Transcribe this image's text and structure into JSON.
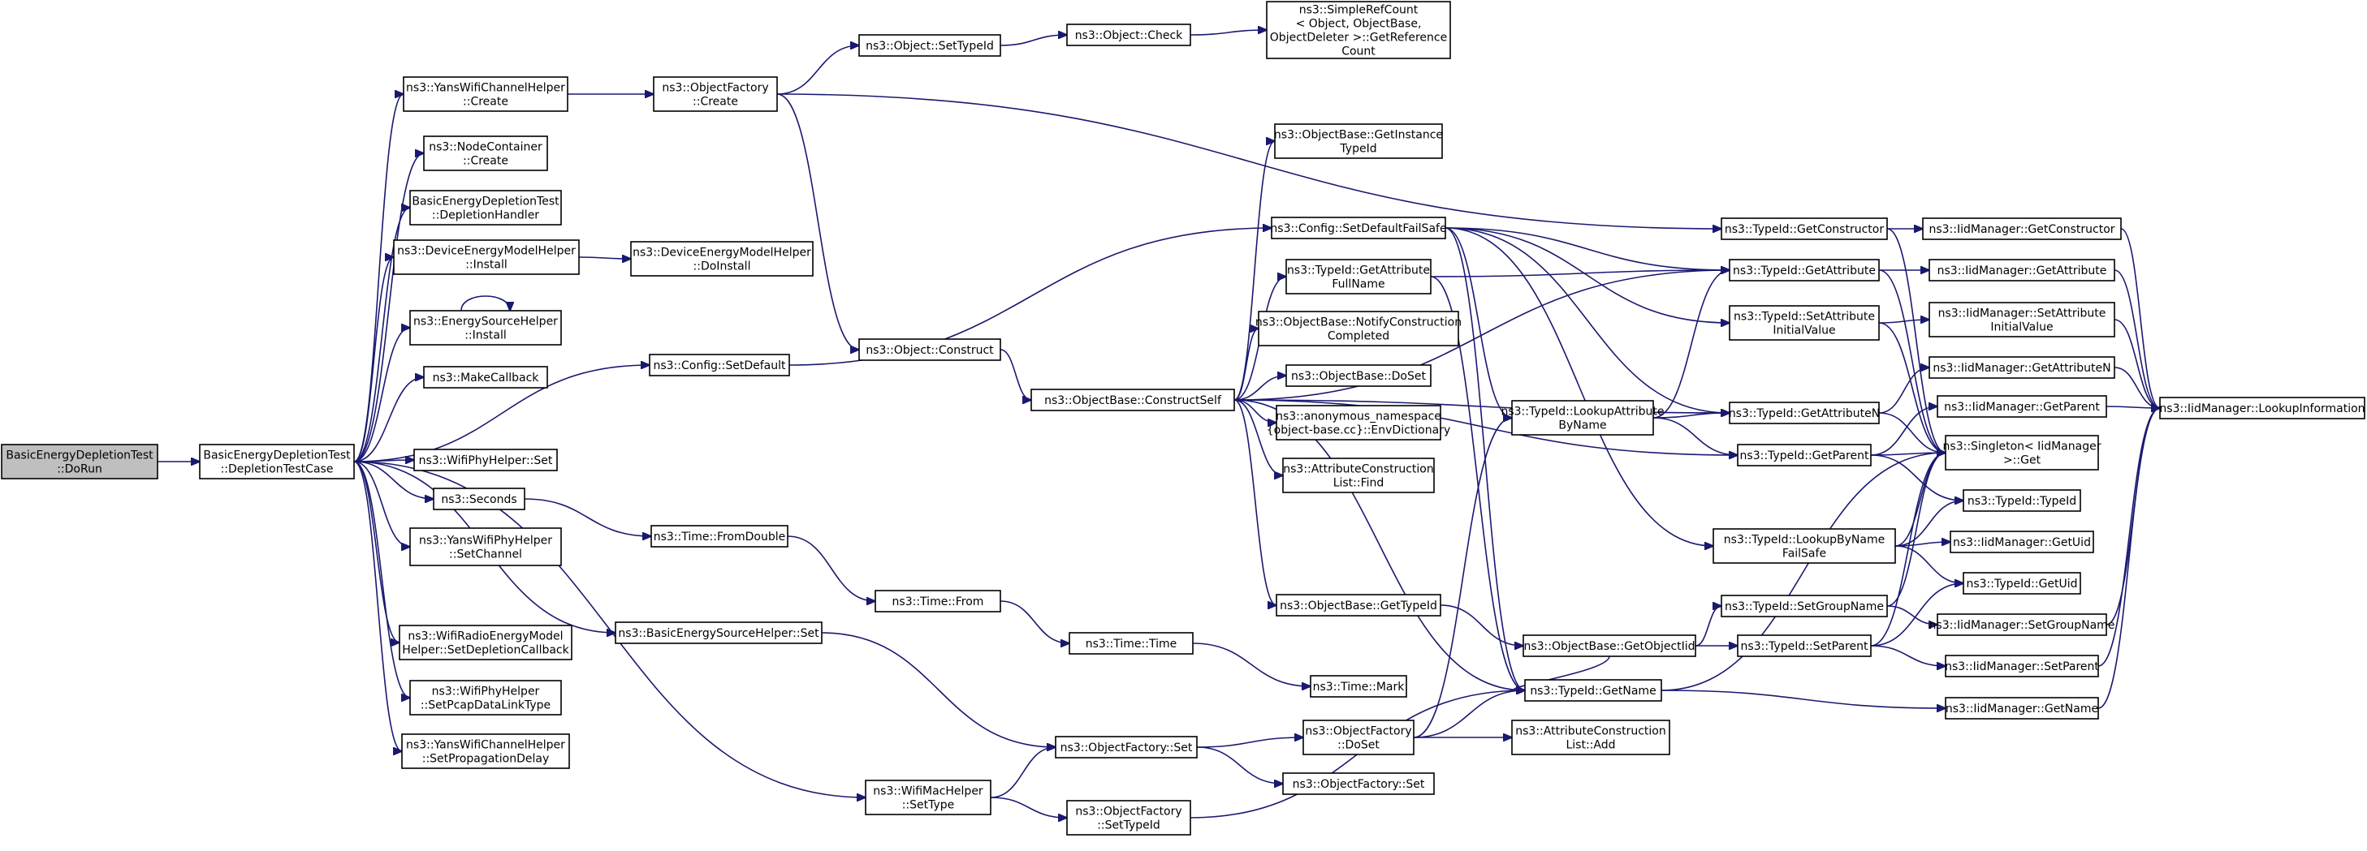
{
  "nodes": [
    {
      "id": "n0",
      "lines": [
        "BasicEnergyDepletionTest",
        "::DoRun"
      ],
      "root": true
    },
    {
      "id": "n1",
      "lines": [
        "BasicEnergyDepletionTest",
        "::DepletionTestCase"
      ]
    },
    {
      "id": "n2",
      "lines": [
        "ns3::YansWifiChannelHelper",
        "::Create"
      ]
    },
    {
      "id": "n3",
      "lines": [
        "ns3::NodeContainer",
        "::Create"
      ]
    },
    {
      "id": "n4",
      "lines": [
        "BasicEnergyDepletionTest",
        "::DepletionHandler"
      ]
    },
    {
      "id": "n5",
      "lines": [
        "ns3::DeviceEnergyModelHelper",
        "::Install"
      ]
    },
    {
      "id": "n6",
      "lines": [
        "ns3::EnergySourceHelper",
        "::Install"
      ]
    },
    {
      "id": "n7",
      "lines": [
        "ns3::MakeCallback"
      ]
    },
    {
      "id": "n8",
      "lines": [
        "ns3::Config::SetDefault"
      ]
    },
    {
      "id": "n9",
      "lines": [
        "ns3::WifiPhyHelper::Set"
      ]
    },
    {
      "id": "n10",
      "lines": [
        "ns3::Seconds"
      ]
    },
    {
      "id": "n11",
      "lines": [
        "ns3::YansWifiPhyHelper",
        "::SetChannel"
      ]
    },
    {
      "id": "n12",
      "lines": [
        "ns3::BasicEnergySourceHelper::Set"
      ]
    },
    {
      "id": "n13",
      "lines": [
        "ns3::WifiRadioEnergyModel",
        "Helper::SetDepletionCallback"
      ]
    },
    {
      "id": "n14",
      "lines": [
        "ns3::WifiPhyHelper",
        "::SetPcapDataLinkType"
      ]
    },
    {
      "id": "n15",
      "lines": [
        "ns3::YansWifiChannelHelper",
        "::SetPropagationDelay"
      ]
    },
    {
      "id": "n16",
      "lines": [
        "ns3::WifiMacHelper",
        "::SetType"
      ]
    },
    {
      "id": "n17",
      "lines": [
        "ns3::ObjectFactory",
        "::Create"
      ]
    },
    {
      "id": "n18",
      "lines": [
        "ns3::DeviceEnergyModelHelper",
        "::DoInstall"
      ]
    },
    {
      "id": "n19",
      "lines": [
        "ns3::Config::SetDefaultFailSafe"
      ]
    },
    {
      "id": "n20",
      "lines": [
        "ns3::Time::FromDouble"
      ]
    },
    {
      "id": "n21",
      "lines": [
        "ns3::ObjectFactory::Set"
      ]
    },
    {
      "id": "n22",
      "lines": [
        "ns3::Object::SetTypeId"
      ]
    },
    {
      "id": "n23",
      "lines": [
        "ns3::Object::Construct"
      ]
    },
    {
      "id": "n24",
      "lines": [
        "ns3::TypeId::GetConstructor"
      ]
    },
    {
      "id": "n25",
      "lines": [
        "ns3::Object::Check"
      ]
    },
    {
      "id": "n26",
      "lines": [
        "ns3::ObjectBase::ConstructSelf"
      ]
    },
    {
      "id": "n27",
      "lines": [
        "ns3::SimpleRefCount",
        "< Object, ObjectBase,",
        "ObjectDeleter >::GetReference",
        "Count"
      ]
    },
    {
      "id": "n28",
      "lines": [
        "ns3::ObjectBase::GetInstance",
        "TypeId"
      ]
    },
    {
      "id": "n29",
      "lines": [
        "ns3::TypeId::GetAttribute",
        "FullName"
      ]
    },
    {
      "id": "n30",
      "lines": [
        "ns3::ObjectBase::NotifyConstruction",
        "Completed"
      ]
    },
    {
      "id": "n31",
      "lines": [
        "ns3::ObjectBase::DoSet"
      ]
    },
    {
      "id": "n32",
      "lines": [
        "ns3::anonymous_namespace",
        "{object-base.cc}::EnvDictionary"
      ]
    },
    {
      "id": "n33",
      "lines": [
        "ns3::AttributeConstruction",
        "List::Find"
      ]
    },
    {
      "id": "n34",
      "lines": [
        "ns3::ObjectBase::GetTypeId"
      ]
    },
    {
      "id": "n35",
      "lines": [
        "ns3::TypeId::GetAttribute"
      ]
    },
    {
      "id": "n36",
      "lines": [
        "ns3::TypeId::SetAttribute",
        "InitialValue"
      ]
    },
    {
      "id": "n37",
      "lines": [
        "ns3::TypeId::LookupAttribute",
        "ByName"
      ]
    },
    {
      "id": "n38",
      "lines": [
        "ns3::TypeId::GetAttributeN"
      ]
    },
    {
      "id": "n39",
      "lines": [
        "ns3::TypeId::GetParent"
      ]
    },
    {
      "id": "n40",
      "lines": [
        "ns3::TypeId::LookupByName",
        "FailSafe"
      ]
    },
    {
      "id": "n41",
      "lines": [
        "ns3::TypeId::SetGroupName"
      ]
    },
    {
      "id": "n42",
      "lines": [
        "ns3::ObjectBase::GetObjectIid"
      ]
    },
    {
      "id": "n43",
      "lines": [
        "ns3::TypeId::SetParent"
      ]
    },
    {
      "id": "n44",
      "lines": [
        "ns3::TypeId::GetName"
      ]
    },
    {
      "id": "n45",
      "lines": [
        "ns3::Time::From"
      ]
    },
    {
      "id": "n46",
      "lines": [
        "ns3::Time::Time"
      ]
    },
    {
      "id": "n47",
      "lines": [
        "ns3::Time::Mark"
      ]
    },
    {
      "id": "n48",
      "lines": [
        "ns3::ObjectFactory",
        "::DoSet"
      ]
    },
    {
      "id": "n49",
      "lines": [
        "ns3::AttributeConstruction",
        "List::Add"
      ]
    },
    {
      "id": "n50",
      "lines": [
        "ns3::ObjectFactory::Set"
      ]
    },
    {
      "id": "n51",
      "lines": [
        "ns3::ObjectFactory",
        "::SetTypeId"
      ]
    },
    {
      "id": "n52",
      "lines": [
        "ns3::IidManager::GetConstructor"
      ]
    },
    {
      "id": "n53",
      "lines": [
        "ns3::IidManager::GetAttribute"
      ]
    },
    {
      "id": "n54",
      "lines": [
        "ns3::IidManager::SetAttribute",
        "InitialValue"
      ]
    },
    {
      "id": "n55",
      "lines": [
        "ns3::IidManager::GetAttributeN"
      ]
    },
    {
      "id": "n56",
      "lines": [
        "ns3::IidManager::GetParent"
      ]
    },
    {
      "id": "n57",
      "lines": [
        "ns3::Singleton< IidManager",
        ">::Get"
      ]
    },
    {
      "id": "n58",
      "lines": [
        "ns3::TypeId::TypeId"
      ]
    },
    {
      "id": "n59",
      "lines": [
        "ns3::IidManager::GetUid"
      ]
    },
    {
      "id": "n60",
      "lines": [
        "ns3::TypeId::GetUid"
      ]
    },
    {
      "id": "n61",
      "lines": [
        "ns3::IidManager::SetGroupName"
      ]
    },
    {
      "id": "n62",
      "lines": [
        "ns3::IidManager::SetParent"
      ]
    },
    {
      "id": "n63",
      "lines": [
        "ns3::IidManager::GetName"
      ]
    },
    {
      "id": "n64",
      "lines": [
        "ns3::IidManager::LookupInformation"
      ]
    }
  ],
  "edges": [
    [
      "n0",
      "n1"
    ],
    [
      "n1",
      "n2"
    ],
    [
      "n1",
      "n3"
    ],
    [
      "n1",
      "n4"
    ],
    [
      "n1",
      "n5"
    ],
    [
      "n1",
      "n6"
    ],
    [
      "n1",
      "n7"
    ],
    [
      "n1",
      "n8"
    ],
    [
      "n1",
      "n9"
    ],
    [
      "n1",
      "n10"
    ],
    [
      "n1",
      "n11"
    ],
    [
      "n1",
      "n12"
    ],
    [
      "n1",
      "n13"
    ],
    [
      "n1",
      "n14"
    ],
    [
      "n1",
      "n15"
    ],
    [
      "n1",
      "n16"
    ],
    [
      "n2",
      "n17"
    ],
    [
      "n5",
      "n18"
    ],
    [
      "n6",
      "n6"
    ],
    [
      "n8",
      "n19"
    ],
    [
      "n10",
      "n20"
    ],
    [
      "n12",
      "n21"
    ],
    [
      "n16",
      "n21"
    ],
    [
      "n16",
      "n51"
    ],
    [
      "n17",
      "n22"
    ],
    [
      "n17",
      "n23"
    ],
    [
      "n17",
      "n24"
    ],
    [
      "n22",
      "n25"
    ],
    [
      "n25",
      "n27"
    ],
    [
      "n23",
      "n26"
    ],
    [
      "n26",
      "n28"
    ],
    [
      "n26",
      "n29"
    ],
    [
      "n26",
      "n30"
    ],
    [
      "n26",
      "n31"
    ],
    [
      "n26",
      "n32"
    ],
    [
      "n26",
      "n33"
    ],
    [
      "n26",
      "n34"
    ],
    [
      "n26",
      "n35"
    ],
    [
      "n26",
      "n38"
    ],
    [
      "n26",
      "n39"
    ],
    [
      "n26",
      "n44"
    ],
    [
      "n19",
      "n35"
    ],
    [
      "n19",
      "n36"
    ],
    [
      "n19",
      "n37"
    ],
    [
      "n19",
      "n38"
    ],
    [
      "n19",
      "n40"
    ],
    [
      "n19",
      "n44"
    ],
    [
      "n29",
      "n35"
    ],
    [
      "n29",
      "n44"
    ],
    [
      "n20",
      "n45"
    ],
    [
      "n45",
      "n46"
    ],
    [
      "n46",
      "n47"
    ],
    [
      "n21",
      "n48"
    ],
    [
      "n21",
      "n50"
    ],
    [
      "n48",
      "n37"
    ],
    [
      "n48",
      "n44"
    ],
    [
      "n48",
      "n49"
    ],
    [
      "n51",
      "n44"
    ],
    [
      "n34",
      "n42"
    ],
    [
      "n42",
      "n41"
    ],
    [
      "n42",
      "n43"
    ],
    [
      "n42",
      "n44"
    ],
    [
      "n37",
      "n35"
    ],
    [
      "n37",
      "n38"
    ],
    [
      "n37",
      "n39"
    ],
    [
      "n24",
      "n52"
    ],
    [
      "n24",
      "n57"
    ],
    [
      "n35",
      "n53"
    ],
    [
      "n35",
      "n57"
    ],
    [
      "n36",
      "n54"
    ],
    [
      "n36",
      "n57"
    ],
    [
      "n38",
      "n55"
    ],
    [
      "n38",
      "n57"
    ],
    [
      "n39",
      "n56"
    ],
    [
      "n39",
      "n57"
    ],
    [
      "n39",
      "n58"
    ],
    [
      "n40",
      "n57"
    ],
    [
      "n40",
      "n58"
    ],
    [
      "n40",
      "n59"
    ],
    [
      "n40",
      "n60"
    ],
    [
      "n41",
      "n57"
    ],
    [
      "n41",
      "n61"
    ],
    [
      "n43",
      "n57"
    ],
    [
      "n43",
      "n60"
    ],
    [
      "n43",
      "n62"
    ],
    [
      "n44",
      "n57"
    ],
    [
      "n44",
      "n63"
    ],
    [
      "n52",
      "n64"
    ],
    [
      "n53",
      "n64"
    ],
    [
      "n54",
      "n64"
    ],
    [
      "n55",
      "n64"
    ],
    [
      "n56",
      "n64"
    ],
    [
      "n61",
      "n64"
    ],
    [
      "n62",
      "n64"
    ],
    [
      "n63",
      "n64"
    ]
  ],
  "colors": {
    "edge": "#191970",
    "node_border": "#000000",
    "root_fill": "#bfbfbf",
    "node_fill": "#ffffff"
  }
}
